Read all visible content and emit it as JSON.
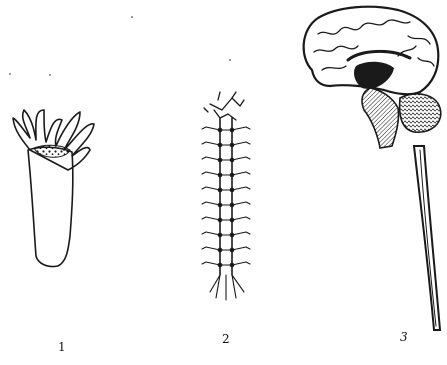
{
  "figure": {
    "labels": [
      "1",
      "2",
      "3"
    ],
    "ink_color": "#1a1a1a",
    "background": "#ffffff"
  }
}
